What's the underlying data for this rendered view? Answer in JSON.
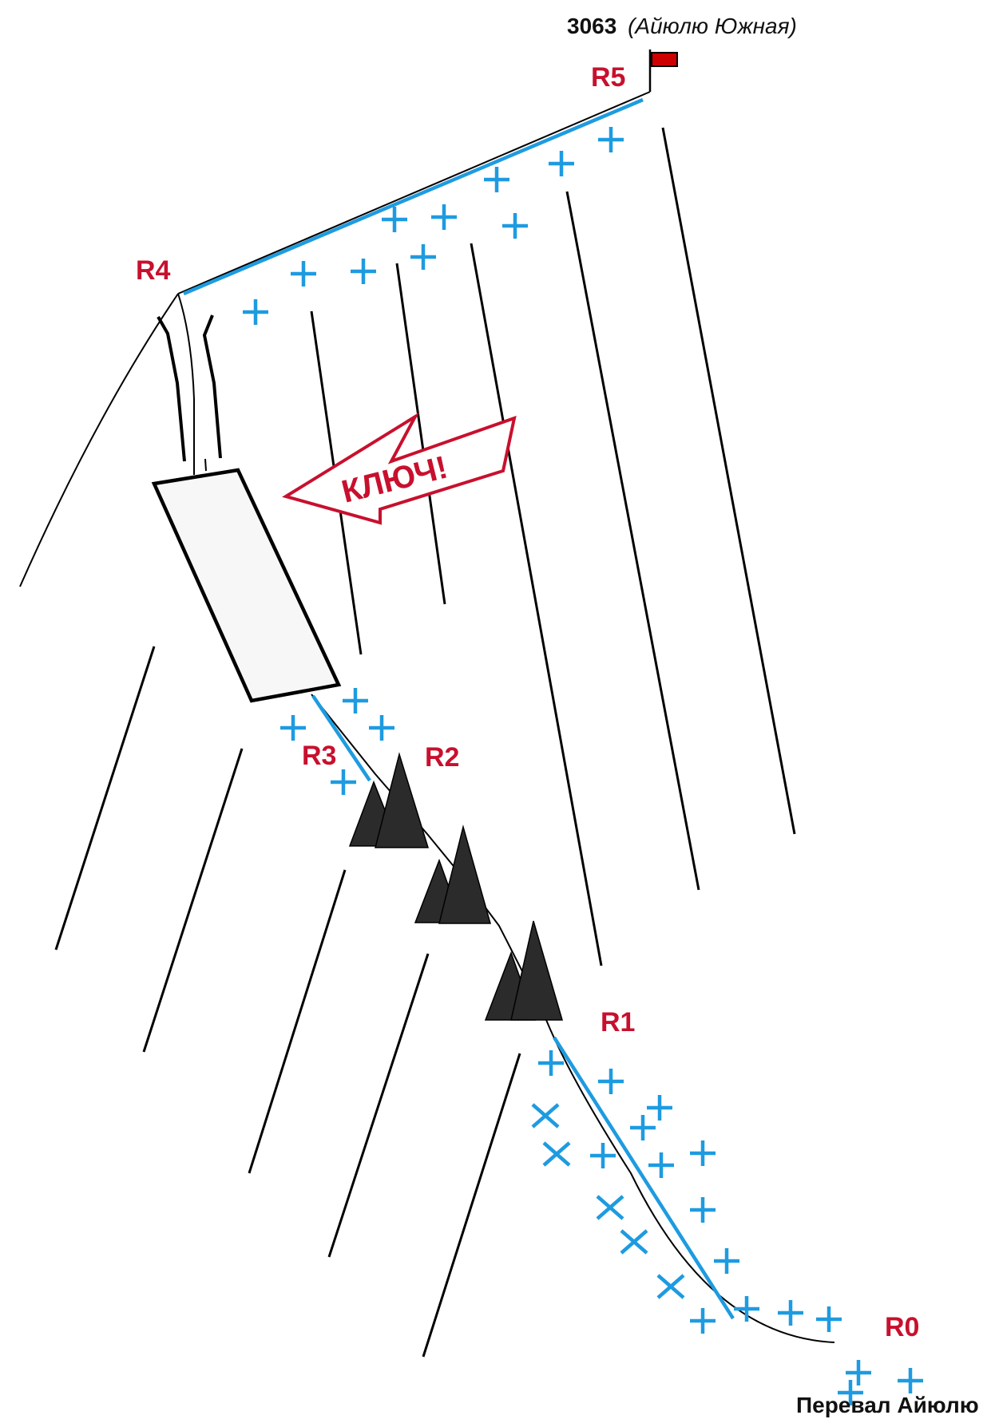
{
  "summit": {
    "height": "3063",
    "name": "(Айюлю Южная)"
  },
  "key_label": "КЛЮЧ!",
  "pass_label": "Перевал Айюлю",
  "points": {
    "R0": "R0",
    "R1": "R1",
    "R2": "R2",
    "R3": "R3",
    "R4": "R4",
    "R5": "R5"
  },
  "colors": {
    "rope": "#1e9be0",
    "label_red": "#c8102e",
    "flag": "#cc0000",
    "rock": "#2b2b2b",
    "line": "#000000"
  },
  "icons": {
    "flag": "summit-flag-icon",
    "rock": "rock-tower-icon",
    "ice": "ice-screw-cross-icon"
  }
}
